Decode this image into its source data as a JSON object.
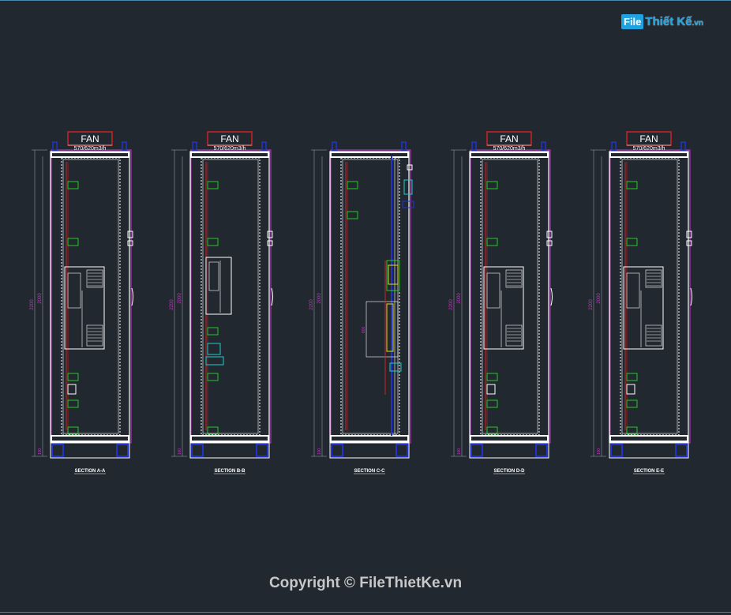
{
  "logo": {
    "brand_box": "File",
    "brand_rest": "Thiết Kế",
    "brand_tld": ".vn"
  },
  "footer": {
    "copyright": "Copyright © FileThietKe.vn"
  },
  "sections": [
    {
      "id": "A",
      "fan_label": "FAN",
      "fan_rate": "570/620m3/h",
      "caption": "SECTION A-A",
      "has_fan": true,
      "variant": "drive"
    },
    {
      "id": "B",
      "fan_label": "FAN",
      "fan_rate": "570/620m3/h",
      "caption": "SECTION B-B",
      "has_fan": true,
      "variant": "small-drive"
    },
    {
      "id": "C",
      "fan_label": "",
      "fan_rate": "",
      "caption": "SECTION C-C",
      "has_fan": false,
      "variant": "side"
    },
    {
      "id": "D",
      "fan_label": "FAN",
      "fan_rate": "570/620m3/h",
      "caption": "SECTION D-D",
      "has_fan": true,
      "variant": "drive"
    },
    {
      "id": "E",
      "fan_label": "FAN",
      "fan_rate": "570/620m3/h",
      "caption": "SECTION E-E",
      "has_fan": true,
      "variant": "drive"
    }
  ],
  "colors": {
    "background": "#212830",
    "frame": "#ffffff",
    "enclosure": "#cc33cc",
    "rail": "#cc2222",
    "fan_box": "#cc2222",
    "component": "#22cc22",
    "base": "#2233cc",
    "dimension": "#cc33cc",
    "cyan": "#22cccc"
  }
}
